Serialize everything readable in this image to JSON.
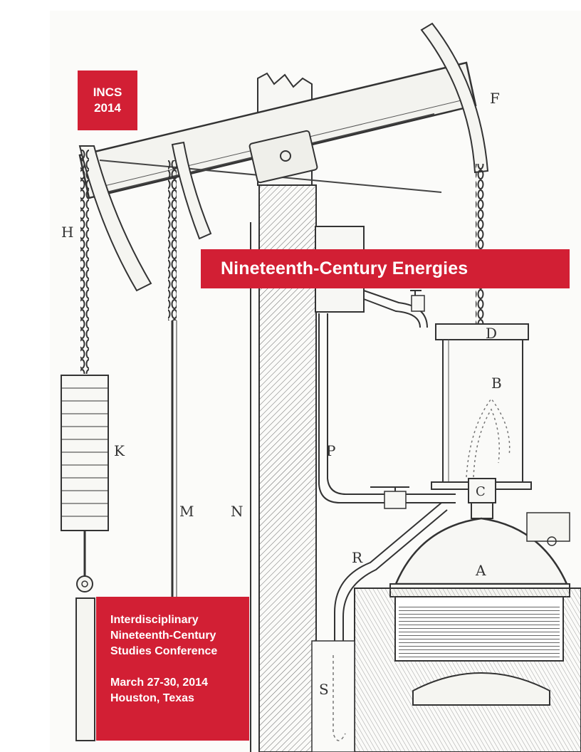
{
  "badge": {
    "line1": "INCS",
    "line2": "2014"
  },
  "title": "Nineteenth-Century Energies",
  "conference": {
    "name_line1": "Interdisciplinary",
    "name_line2": "Nineteenth-Century",
    "name_line3": "Studies Conference",
    "dates": "March 27-30, 2014",
    "location": "Houston, Texas"
  },
  "illustration": {
    "labels": [
      "F",
      "H",
      "D",
      "B",
      "K",
      "P",
      "M",
      "N",
      "C",
      "R",
      "A",
      "S"
    ]
  },
  "colors": {
    "accent": "#d21f34",
    "ink": "#333333"
  }
}
